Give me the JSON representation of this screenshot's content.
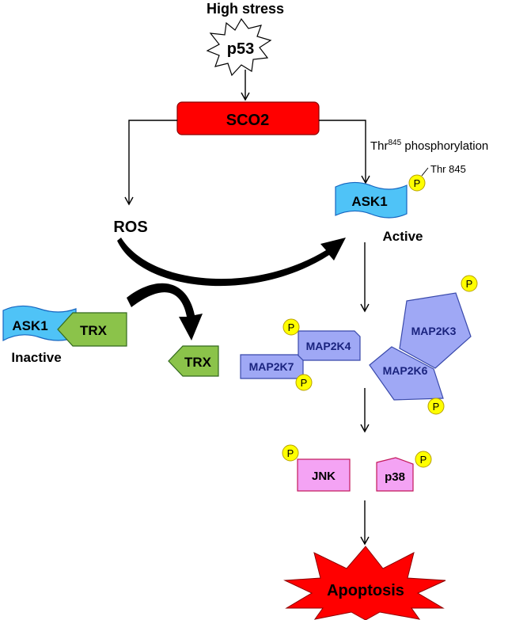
{
  "trigger": {
    "label": "High stress"
  },
  "p53": {
    "label": "p53"
  },
  "sco2": {
    "label": "SCO2",
    "color": "#ff0000"
  },
  "ros": {
    "label": "ROS"
  },
  "phosphorylation": {
    "prefix": "Thr",
    "superscript": "845",
    "suffix": " phosphorylation"
  },
  "ask1_active": {
    "label": "ASK1",
    "state": "Active",
    "site_label": "Thr 845",
    "color": "#4fc3f7"
  },
  "ask1_inactive": {
    "label": "ASK1",
    "state": "Inactive",
    "color": "#4fc3f7"
  },
  "trx": {
    "label": "TRX",
    "color": "#8bc34a"
  },
  "phospho": {
    "label": "P",
    "color": "#ffff00"
  },
  "map2k": {
    "color": "#9fa8f5",
    "items": [
      "MAP2K4",
      "MAP2K7",
      "MAP2K3",
      "MAP2K6"
    ]
  },
  "mapk": {
    "color": "#f4a3f4",
    "items": [
      "JNK",
      "p38"
    ]
  },
  "outcome": {
    "label": "Apoptosis",
    "color": "#ff0000"
  }
}
